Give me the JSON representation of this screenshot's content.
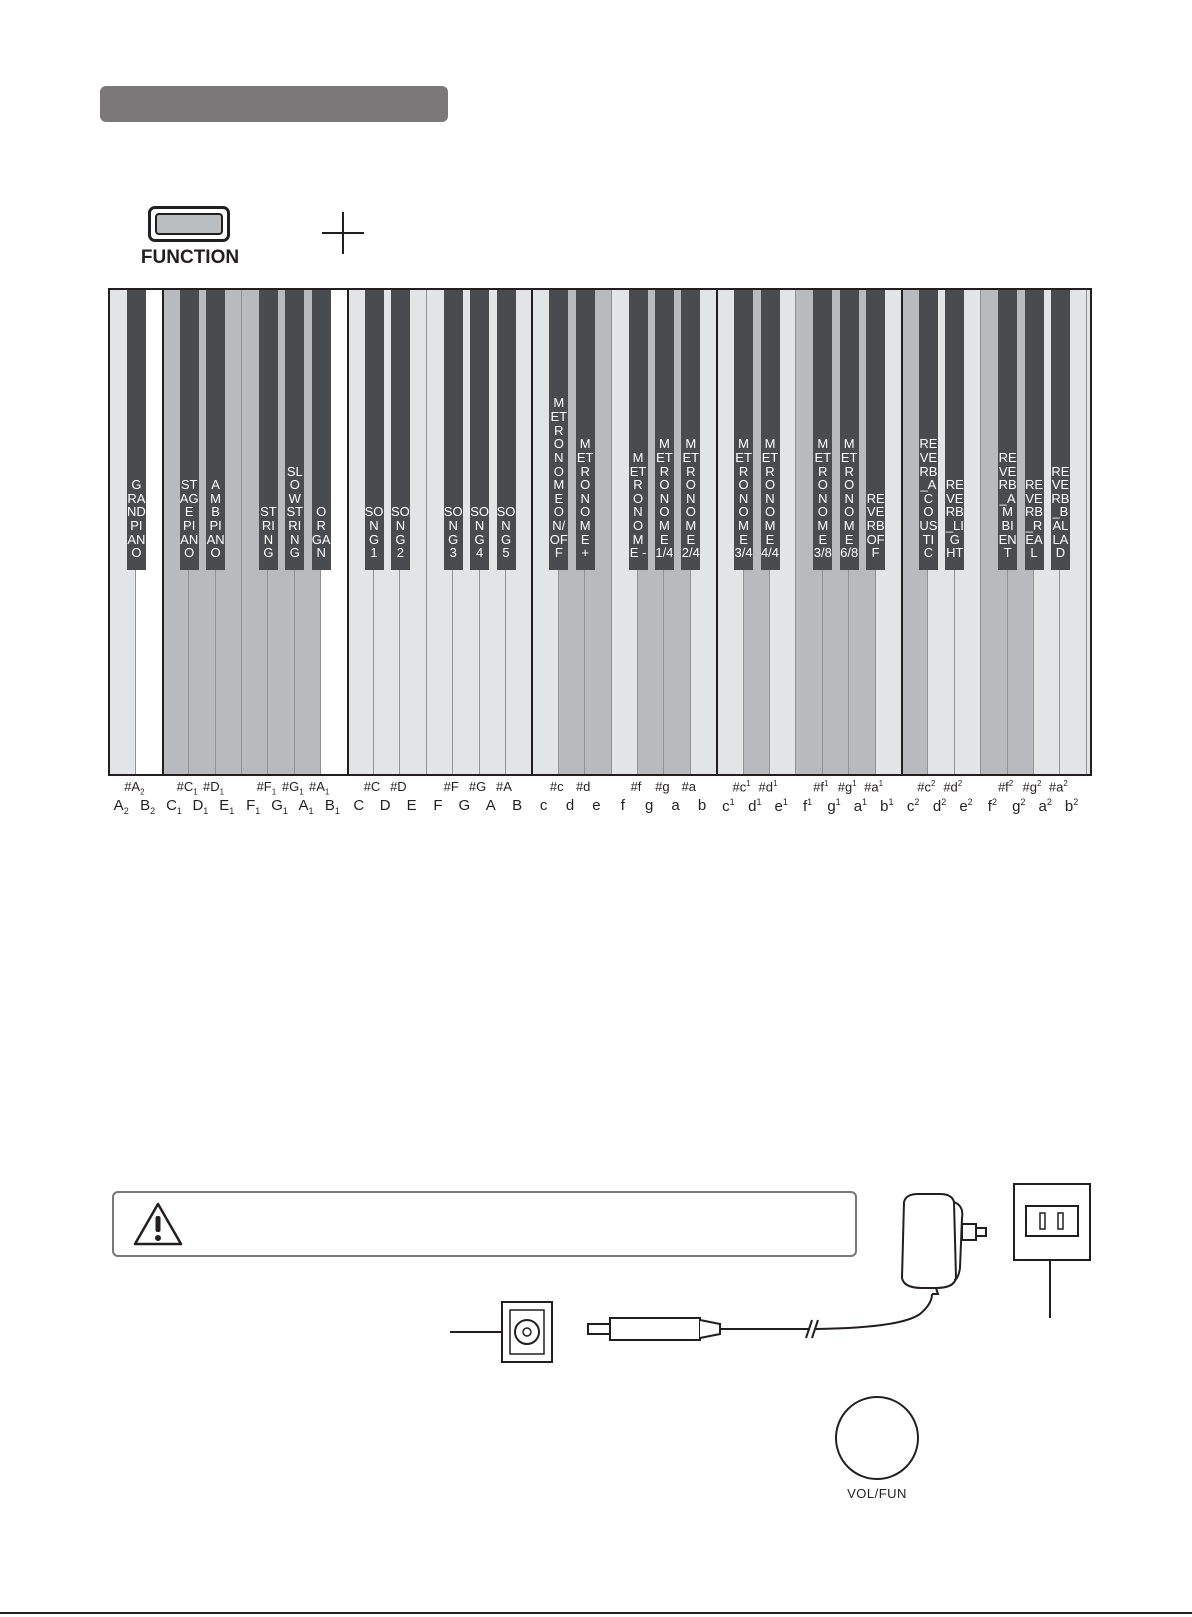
{
  "function_button": {
    "label": "FUNCTION"
  },
  "keyboard": {
    "white_keys": [
      {
        "note": "A",
        "sub": "2"
      },
      {
        "note": "B",
        "sub": "2"
      },
      {
        "note": "C",
        "sub": "1"
      },
      {
        "note": "D",
        "sub": "1"
      },
      {
        "note": "E",
        "sub": "1"
      },
      {
        "note": "F",
        "sub": "1"
      },
      {
        "note": "G",
        "sub": "1"
      },
      {
        "note": "A",
        "sub": "1"
      },
      {
        "note": "B",
        "sub": "1"
      },
      {
        "note": "C",
        "sub": ""
      },
      {
        "note": "D",
        "sub": ""
      },
      {
        "note": "E",
        "sub": ""
      },
      {
        "note": "F",
        "sub": ""
      },
      {
        "note": "G",
        "sub": ""
      },
      {
        "note": "A",
        "sub": ""
      },
      {
        "note": "B",
        "sub": ""
      },
      {
        "note": "c",
        "sub": ""
      },
      {
        "note": "d",
        "sub": ""
      },
      {
        "note": "e",
        "sub": ""
      },
      {
        "note": "f",
        "sub": ""
      },
      {
        "note": "g",
        "sub": ""
      },
      {
        "note": "a",
        "sub": ""
      },
      {
        "note": "b",
        "sub": ""
      },
      {
        "note": "c",
        "sup": "1"
      },
      {
        "note": "d",
        "sup": "1"
      },
      {
        "note": "e",
        "sup": "1"
      },
      {
        "note": "f",
        "sup": "1"
      },
      {
        "note": "g",
        "sup": "1"
      },
      {
        "note": "a",
        "sup": "1"
      },
      {
        "note": "b",
        "sup": "1"
      },
      {
        "note": "c",
        "sup": "2"
      },
      {
        "note": "d",
        "sup": "2"
      },
      {
        "note": "e",
        "sup": "2"
      },
      {
        "note": "f",
        "sup": "2"
      },
      {
        "note": "g",
        "sup": "2"
      },
      {
        "note": "a",
        "sup": "2"
      },
      {
        "note": "b",
        "sup": "2"
      }
    ],
    "black_keys": [
      {
        "after": 0,
        "note": "#A",
        "sub": "2",
        "label": "GRAND PIANO"
      },
      {
        "after": 2,
        "note": "#C",
        "sub": "1",
        "label": "STAGE PIANO"
      },
      {
        "after": 3,
        "note": "#D",
        "sub": "1",
        "label": "AMB PIANO"
      },
      {
        "after": 5,
        "note": "#F",
        "sub": "1",
        "label": "STRING"
      },
      {
        "after": 6,
        "note": "#G",
        "sub": "1",
        "label": "SLOW STRING"
      },
      {
        "after": 7,
        "note": "#A",
        "sub": "1",
        "label": "ORGAN"
      },
      {
        "after": 9,
        "note": "#C",
        "sub": "",
        "label": "SONG 1"
      },
      {
        "after": 10,
        "note": "#D",
        "sub": "",
        "label": "SONG 2"
      },
      {
        "after": 12,
        "note": "#F",
        "sub": "",
        "label": "SONG 3"
      },
      {
        "after": 13,
        "note": "#G",
        "sub": "",
        "label": "SONG 4"
      },
      {
        "after": 14,
        "note": "#A",
        "sub": "",
        "label": "SONG 5"
      },
      {
        "after": 16,
        "note": "#c",
        "sub": "",
        "label": "METRONOME ON/OFF"
      },
      {
        "after": 17,
        "note": "#d",
        "sub": "",
        "label": "METRONOME +"
      },
      {
        "after": 19,
        "note": "#f",
        "sub": "",
        "label": "METRONOME -"
      },
      {
        "after": 20,
        "note": "#g",
        "sub": "",
        "label": "METRONOME 1/4"
      },
      {
        "after": 21,
        "note": "#a",
        "sub": "",
        "label": "METRONOME 2/4"
      },
      {
        "after": 23,
        "note": "#c",
        "sup": "1",
        "label": "METRONOME 3/4"
      },
      {
        "after": 24,
        "note": "#d",
        "sup": "1",
        "label": "METRONOME 4/4"
      },
      {
        "after": 26,
        "note": "#f",
        "sup": "1",
        "label": "METRONOME 3/8"
      },
      {
        "after": 27,
        "note": "#g",
        "sup": "1",
        "label": "METRONOME 6/8"
      },
      {
        "after": 28,
        "note": "#a",
        "sup": "1",
        "label": "REVERB OFF"
      },
      {
        "after": 30,
        "note": "#c",
        "sup": "2",
        "label": "REVERB _ACOUSTIC"
      },
      {
        "after": 31,
        "note": "#d",
        "sup": "2",
        "label": "REVERB _LIGHT"
      },
      {
        "after": 33,
        "note": "#f",
        "sup": "2",
        "label": "REVERB _AMBIENT"
      },
      {
        "after": 34,
        "note": "#g",
        "sup": "2",
        "label": "REVERB _REAL"
      },
      {
        "after": 35,
        "note": "#a",
        "sup": "2",
        "label": "REVERB _BALLAD"
      }
    ]
  },
  "knob": {
    "label": "VOL/FUN"
  },
  "colors": {
    "key_dark_fill": "#b9babd",
    "key_light_fill": "#e3e4e6",
    "black_key": "#4a4b4f",
    "header_bar": "#7a7879"
  },
  "icons": [
    "plus-icon",
    "warning-icon",
    "power-adapter-icon",
    "wall-socket-icon",
    "dc-jack-icon",
    "dc-plug-icon"
  ]
}
